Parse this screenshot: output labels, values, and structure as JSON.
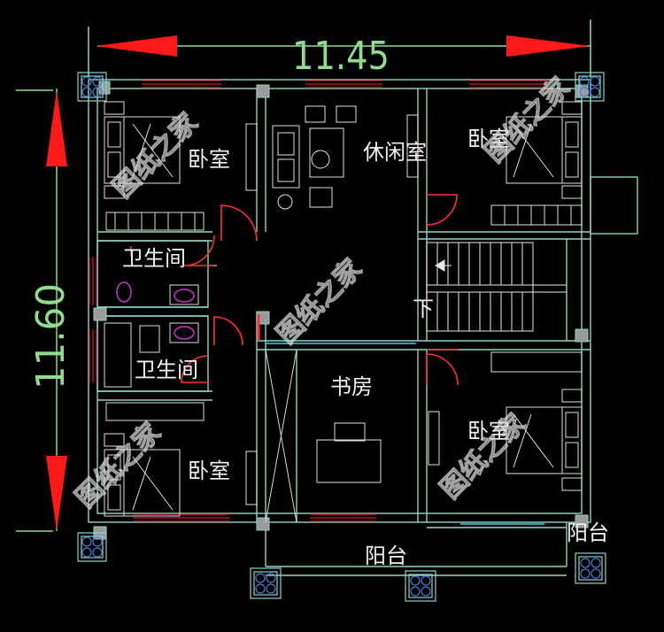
{
  "dimensions": {
    "width": "11.45",
    "height": "11.60"
  },
  "rooms": {
    "bedroom_top_left": "卧室",
    "lounge": "休闲室",
    "bedroom_top_right": "卧室",
    "bathroom_upper": "卫生间",
    "bathroom_lower": "卫生间",
    "study": "书房",
    "bedroom_right": "卧室",
    "bedroom_bottom_left": "卧室",
    "balcony_bottom": "阳台",
    "balcony_right": "阳台"
  },
  "stair_label": "下",
  "watermark": "图纸之家",
  "colors": {
    "background": "#000000",
    "wall": "#8fd3c7",
    "dimension": "#8fdc8f",
    "arrow": "#ff1a1a",
    "door": "#ff3030",
    "window": "#c0202a",
    "furniture": "#e0e0e0",
    "fixture": "#cc33cc"
  }
}
